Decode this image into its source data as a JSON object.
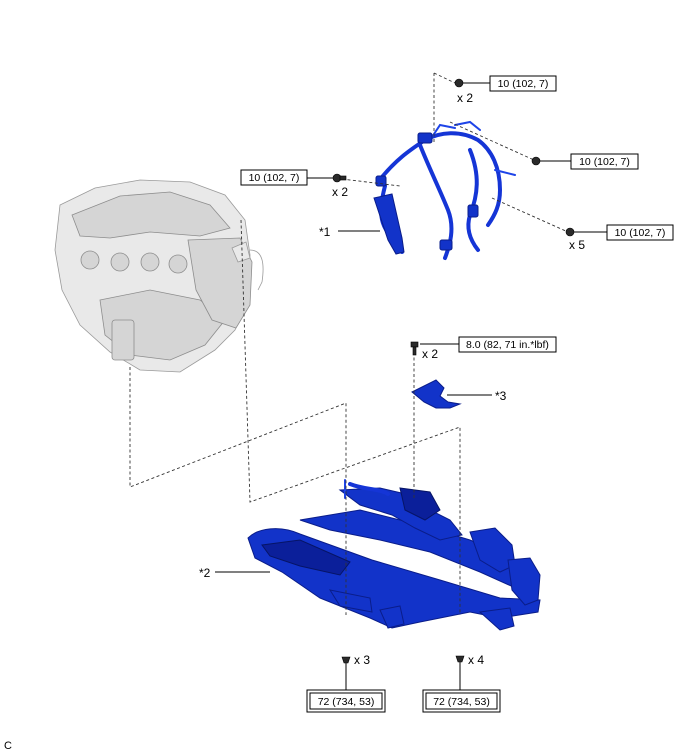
{
  "figure_code": "C",
  "parts": [
    {
      "id": "p1",
      "label": "*1"
    },
    {
      "id": "p2",
      "label": "*2"
    },
    {
      "id": "p3",
      "label": "*3"
    }
  ],
  "fasteners": [
    {
      "id": "f_top",
      "qty": "x 2",
      "torque": "10 (102, 7)"
    },
    {
      "id": "f_right",
      "torque": "10 (102, 7)"
    },
    {
      "id": "f_left",
      "qty": "x 2",
      "torque": "10 (102, 7)"
    },
    {
      "id": "f_lowright",
      "qty": "x 5",
      "torque": "10 (102, 7)"
    },
    {
      "id": "f_mid",
      "qty": "x 2",
      "torque": "8.0 (82, 71 in.*lbf)"
    },
    {
      "id": "f_b1",
      "qty": "x 3",
      "torque": "72 (734, 53)"
    },
    {
      "id": "f_b2",
      "qty": "x 4",
      "torque": "72 (734, 53)"
    }
  ]
}
